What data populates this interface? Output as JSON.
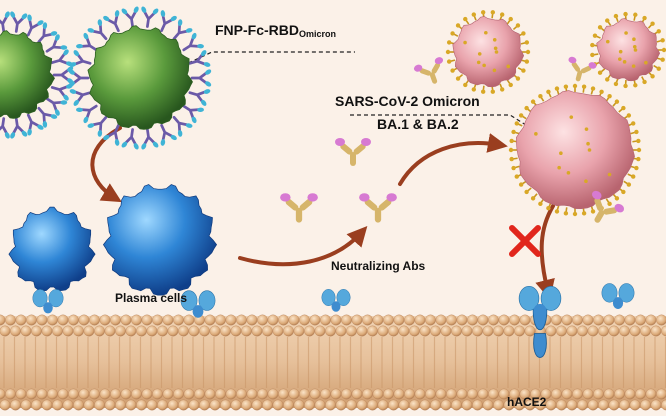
{
  "labels": {
    "fnp_main": "FNP-Fc-RBD",
    "fnp_sub": "Omicron",
    "virus_line1": "SARS-CoV-2 Omicron",
    "virus_line2": "BA.1 & BA.2",
    "neutralizing": "Neutralizing Abs",
    "plasma": "Plasma cells",
    "receptor": "hACE2"
  },
  "colors": {
    "background": "#fbf1e8",
    "nanoparticle": "#5a9a3c",
    "plasma_cell": "#2f86d6",
    "virus": "#e9a3ac",
    "spike": "#d9a826",
    "antibody_fab": "#d6b56a",
    "antibody_tip": "#d77ad2",
    "arrow": "#9a3e1f",
    "block_x": "#e1261c",
    "membrane": "#e1b487",
    "receptor": "#55a8dc"
  }
}
